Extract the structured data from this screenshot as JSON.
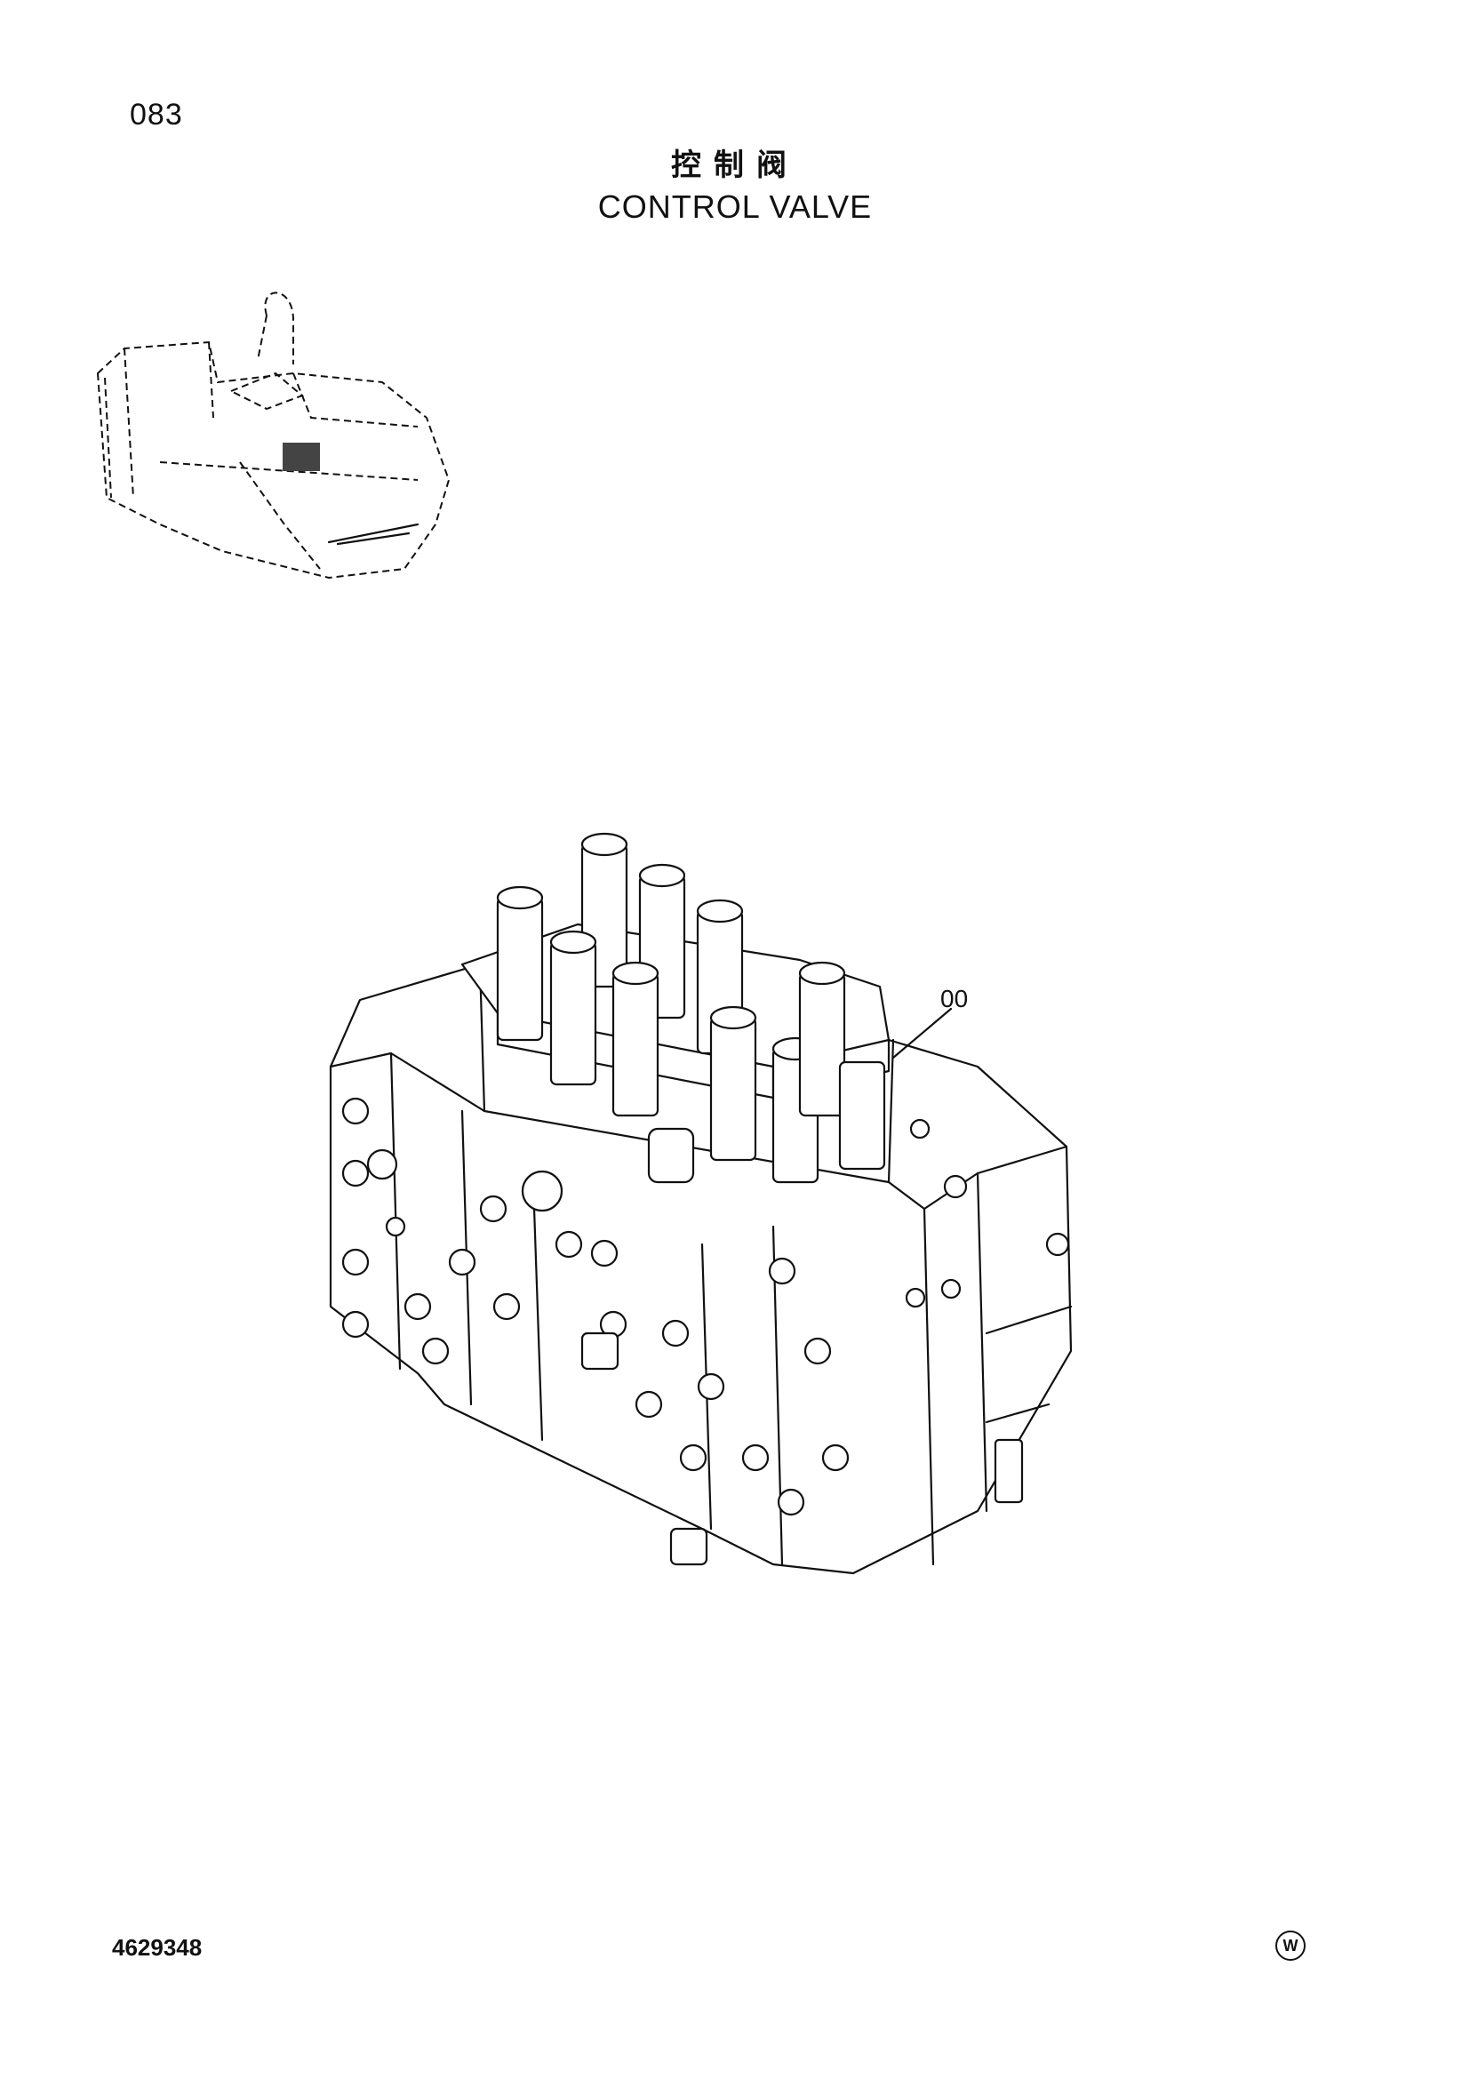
{
  "header": {
    "page_number": "083",
    "title_zh": "控制阀",
    "title_en": "CONTROL  VALVE"
  },
  "diagram": {
    "callout_label": "00"
  },
  "footer": {
    "part_code": "4629348",
    "mark": "W"
  }
}
